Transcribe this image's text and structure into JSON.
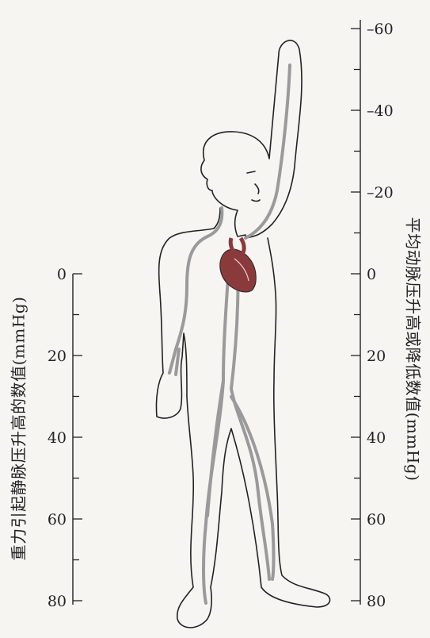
{
  "left_axis": {
    "title": "重力引起静脉压升高的数值(mmHg)",
    "ticks": [
      "0",
      "20",
      "40",
      "60",
      "80"
    ],
    "range": [
      0,
      80
    ]
  },
  "right_axis": {
    "title": "平均动脉压升高或降低数值(mmHg)",
    "ticks": [
      "-60",
      "-40",
      "-20",
      "0",
      "20",
      "40",
      "60",
      "80"
    ],
    "range": [
      -60,
      80
    ]
  },
  "colors": {
    "ink": "#222222",
    "vessel": "#9a9a9a",
    "heart": "#8a3a3a",
    "background": "#f7f5f2"
  },
  "figure": {
    "icon": "human-body-outline-icon",
    "heart_icon": "heart-icon"
  }
}
